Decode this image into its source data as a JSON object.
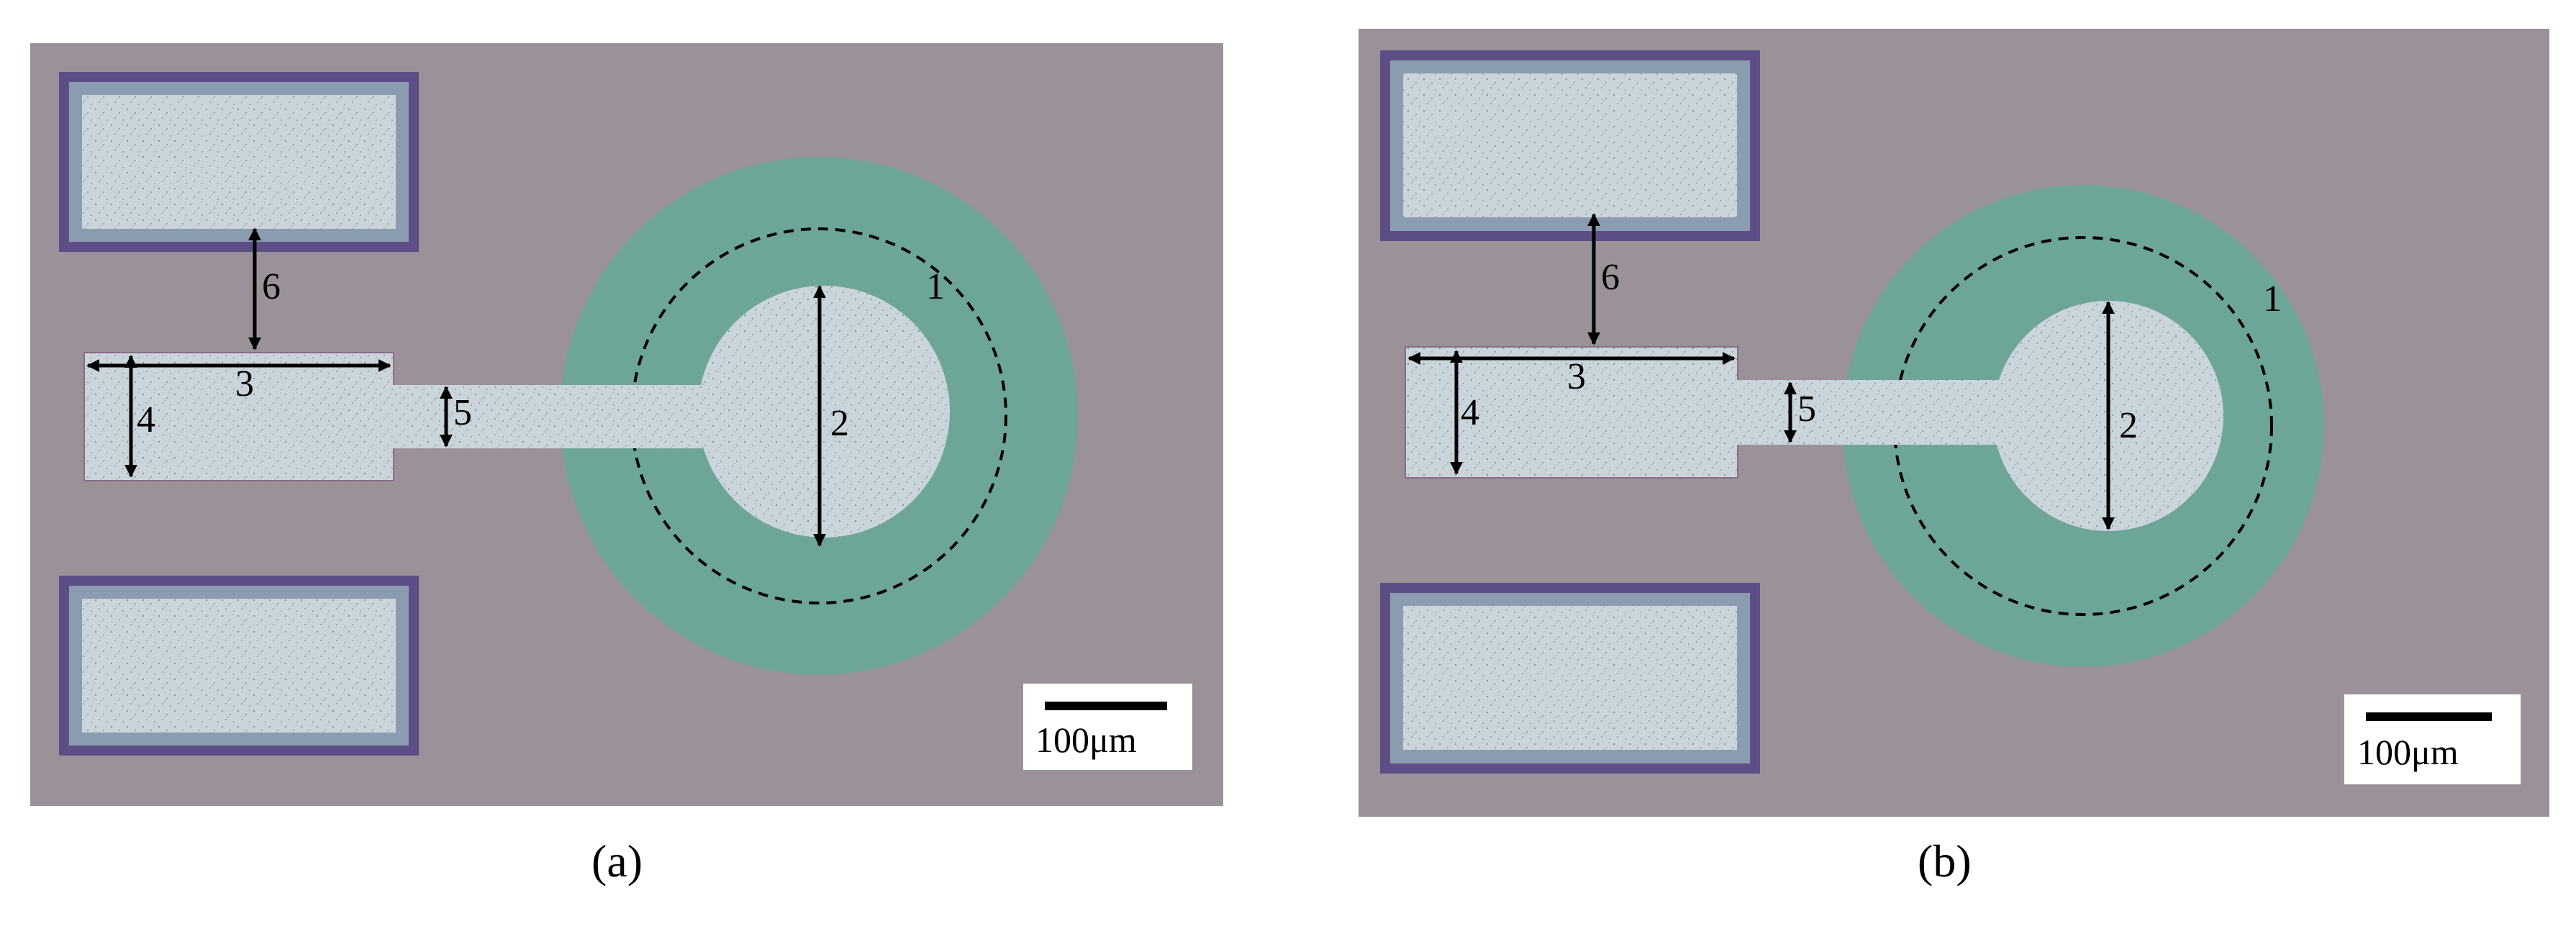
{
  "figure": {
    "panels": [
      {
        "caption": "(a)",
        "labels": {
          "one": "1",
          "two": "2",
          "three": "3",
          "four": "4",
          "five": "5",
          "six": "6"
        },
        "scale_bar": "100μm"
      },
      {
        "caption": "(b)",
        "labels": {
          "one": "1",
          "two": "2",
          "three": "3",
          "four": "4",
          "five": "5",
          "six": "6"
        },
        "scale_bar": "100μm"
      }
    ]
  },
  "colors": {
    "substrate": "#9b9198",
    "ring": "#6ea599",
    "metal": "#c7d3d9",
    "pad_outer": "#5e4e88",
    "pad_frame": "#8c9cb0",
    "arrow": "#000000"
  }
}
